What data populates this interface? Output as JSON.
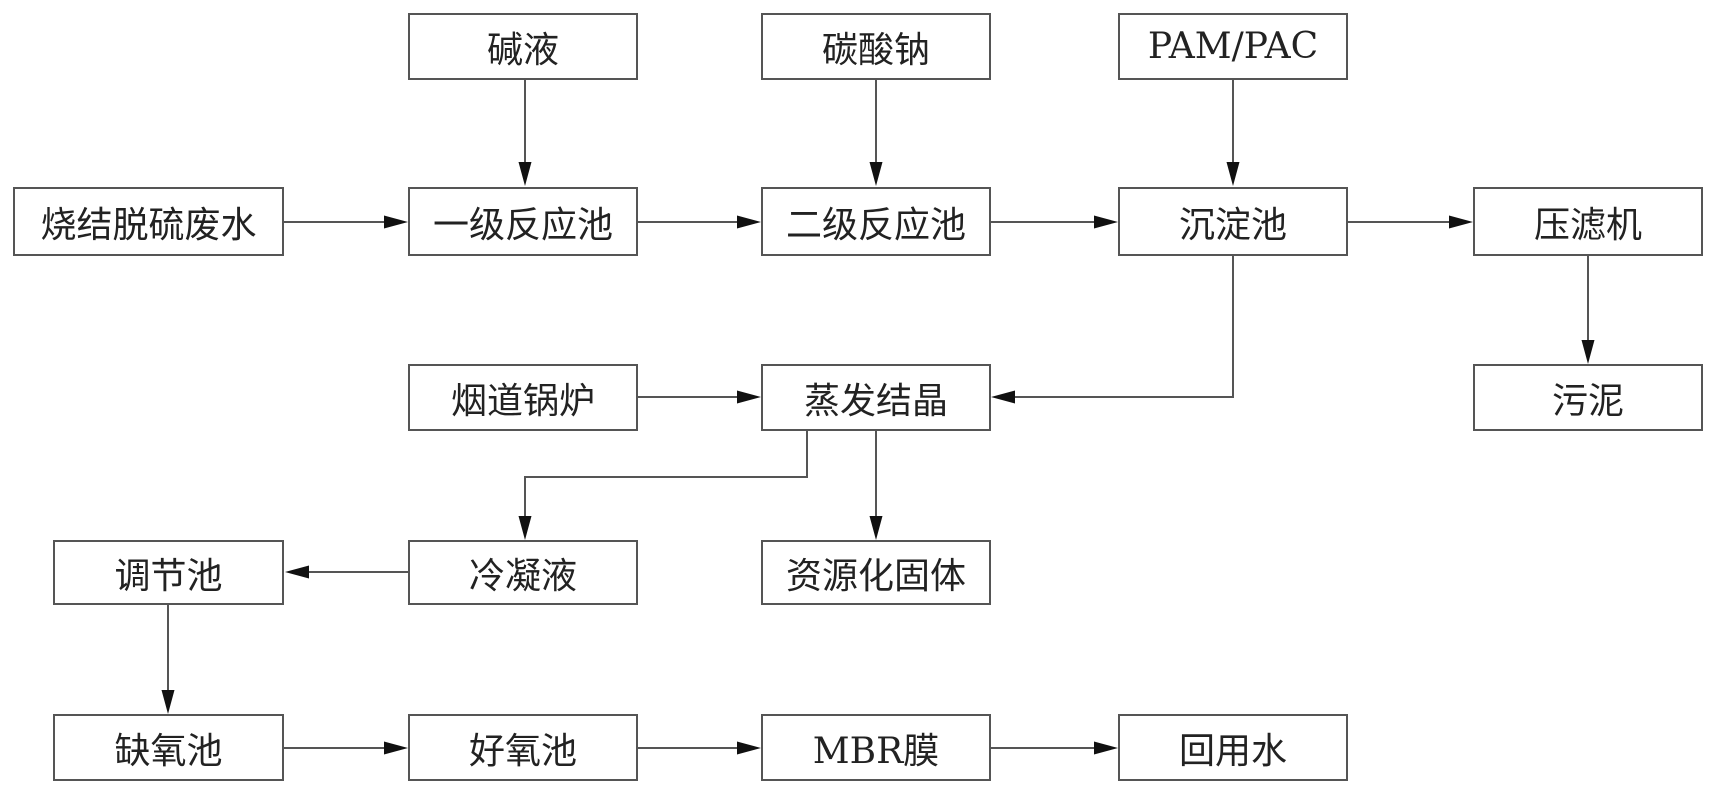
{
  "nodes": {
    "alkali": "碱液",
    "sodium_carbonate": "碳酸钠",
    "pam_pac": "PAM/PAC",
    "wastewater": "烧结脱硫废水",
    "primary_reactor": "一级反应池",
    "secondary_reactor": "二级反应池",
    "sedimentation_tank": "沉淀池",
    "filter_press": "压滤机",
    "sludge": "污泥",
    "flue_boiler": "烟道锅炉",
    "evaporative_crystallization": "蒸发结晶",
    "condensate": "冷凝液",
    "resource_solids": "资源化固体",
    "regulating_tank": "调节池",
    "anoxic_tank": "缺氧池",
    "aerobic_tank": "好氧池",
    "mbr_membrane": "MBR膜",
    "reclaimed_water": "回用水"
  },
  "edges": [
    [
      "alkali",
      "primary_reactor"
    ],
    [
      "sodium_carbonate",
      "secondary_reactor"
    ],
    [
      "pam_pac",
      "sedimentation_tank"
    ],
    [
      "wastewater",
      "primary_reactor"
    ],
    [
      "primary_reactor",
      "secondary_reactor"
    ],
    [
      "secondary_reactor",
      "sedimentation_tank"
    ],
    [
      "sedimentation_tank",
      "filter_press"
    ],
    [
      "filter_press",
      "sludge"
    ],
    [
      "sedimentation_tank",
      "evaporative_crystallization"
    ],
    [
      "flue_boiler",
      "evaporative_crystallization"
    ],
    [
      "evaporative_crystallization",
      "condensate"
    ],
    [
      "evaporative_crystallization",
      "resource_solids"
    ],
    [
      "condensate",
      "regulating_tank"
    ],
    [
      "regulating_tank",
      "anoxic_tank"
    ],
    [
      "anoxic_tank",
      "aerobic_tank"
    ],
    [
      "aerobic_tank",
      "mbr_membrane"
    ],
    [
      "mbr_membrane",
      "reclaimed_water"
    ]
  ],
  "colors": {
    "line": "#555555",
    "arrowhead": "#111111",
    "text": "#222222"
  }
}
